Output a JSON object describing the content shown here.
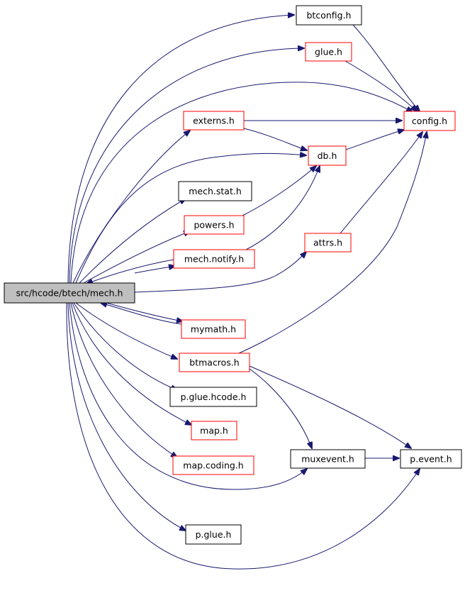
{
  "diagram": {
    "root": "src/hcode/btech/mech.h",
    "colors": {
      "edge": "#191970",
      "border_complete": "#000000",
      "border_incomplete": "#ff0000",
      "root_fill": "#bfbfbf",
      "node_fill": "#ffffff"
    },
    "nodes": [
      {
        "id": "mech",
        "label": "src/hcode/btech/mech.h",
        "style": "root"
      },
      {
        "id": "btconfig",
        "label": "btconfig.h",
        "style": "black"
      },
      {
        "id": "glue",
        "label": "glue.h",
        "style": "red"
      },
      {
        "id": "config",
        "label": "config.h",
        "style": "red"
      },
      {
        "id": "externs",
        "label": "externs.h",
        "style": "red"
      },
      {
        "id": "db",
        "label": "db.h",
        "style": "red"
      },
      {
        "id": "mechstat",
        "label": "mech.stat.h",
        "style": "black"
      },
      {
        "id": "powers",
        "label": "powers.h",
        "style": "red"
      },
      {
        "id": "mechnotify",
        "label": "mech.notify.h",
        "style": "red"
      },
      {
        "id": "attrs",
        "label": "attrs.h",
        "style": "red"
      },
      {
        "id": "mymath",
        "label": "mymath.h",
        "style": "red"
      },
      {
        "id": "btmacros",
        "label": "btmacros.h",
        "style": "red"
      },
      {
        "id": "pgluehcode",
        "label": "p.glue.hcode.h",
        "style": "black"
      },
      {
        "id": "map",
        "label": "map.h",
        "style": "red"
      },
      {
        "id": "mapcoding",
        "label": "map.coding.h",
        "style": "red"
      },
      {
        "id": "muxevent",
        "label": "muxevent.h",
        "style": "black"
      },
      {
        "id": "pevent",
        "label": "p.event.h",
        "style": "black"
      },
      {
        "id": "pglue",
        "label": "p.glue.h",
        "style": "black"
      }
    ],
    "edges": [
      {
        "from": "mech",
        "to": "btconfig"
      },
      {
        "from": "mech",
        "to": "glue"
      },
      {
        "from": "mech",
        "to": "config"
      },
      {
        "from": "mech",
        "to": "externs"
      },
      {
        "from": "mech",
        "to": "db"
      },
      {
        "from": "mech",
        "to": "mechstat"
      },
      {
        "from": "mech",
        "to": "powers"
      },
      {
        "from": "mech",
        "to": "mechnotify"
      },
      {
        "from": "mech",
        "to": "attrs"
      },
      {
        "from": "mech",
        "to": "mymath"
      },
      {
        "from": "mech",
        "to": "btmacros"
      },
      {
        "from": "mech",
        "to": "pgluehcode"
      },
      {
        "from": "mech",
        "to": "map"
      },
      {
        "from": "mech",
        "to": "mapcoding"
      },
      {
        "from": "mech",
        "to": "muxevent"
      },
      {
        "from": "mech",
        "to": "pglue"
      },
      {
        "from": "mech",
        "to": "pevent"
      },
      {
        "from": "btconfig",
        "to": "config"
      },
      {
        "from": "glue",
        "to": "config"
      },
      {
        "from": "externs",
        "to": "config"
      },
      {
        "from": "externs",
        "to": "db"
      },
      {
        "from": "db",
        "to": "config"
      },
      {
        "from": "powers",
        "to": "db"
      },
      {
        "from": "mechnotify",
        "to": "db"
      },
      {
        "from": "mechnotify",
        "to": "mech"
      },
      {
        "from": "attrs",
        "to": "config"
      },
      {
        "from": "mymath",
        "to": "mech"
      },
      {
        "from": "btmacros",
        "to": "config"
      },
      {
        "from": "btmacros",
        "to": "muxevent"
      },
      {
        "from": "btmacros",
        "to": "pevent"
      },
      {
        "from": "muxevent",
        "to": "pevent"
      }
    ]
  }
}
